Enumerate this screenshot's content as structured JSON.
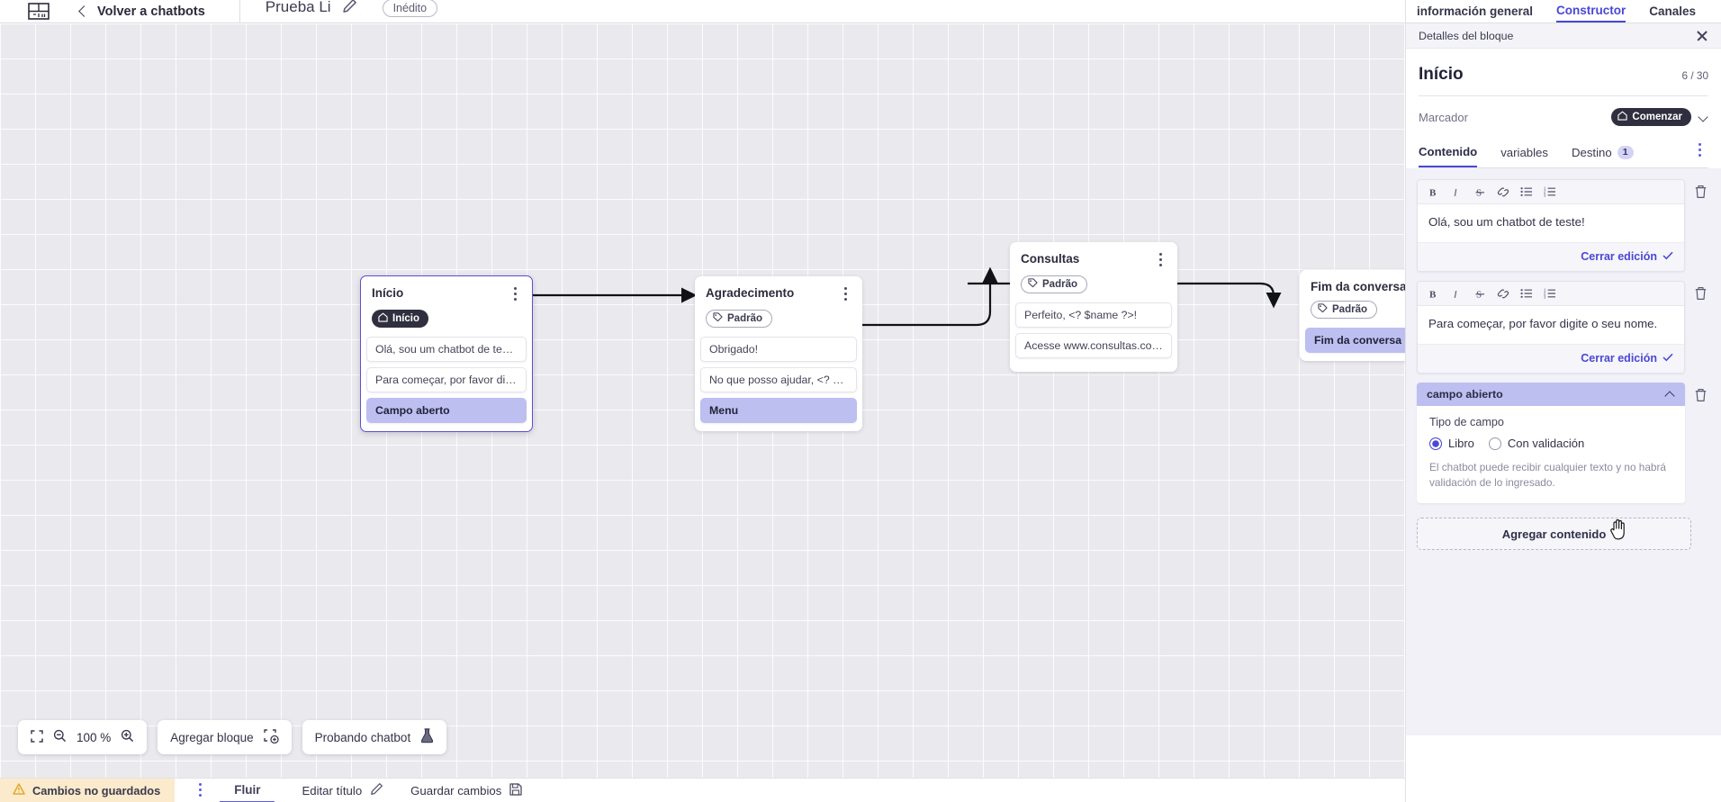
{
  "topbar": {
    "logo_icon": "platform-logo-icon",
    "back_icon": "chevron-left-icon",
    "back_label": "Volver a chatbots",
    "bot_title": "Prueba Li",
    "edit_title_icon": "pencil-icon",
    "status_badge": "Inédito"
  },
  "canvas": {
    "blocks": [
      {
        "title": "Início",
        "tag": "Início",
        "tag_type": "start",
        "tag_icon": "home-icon",
        "selected": true,
        "rows": [
          {
            "text": "Olá, sou um chatbot de teste!",
            "highlight": false
          },
          {
            "text": "Para começar, por favor digite o ...",
            "highlight": false
          },
          {
            "text": "Campo aberto",
            "highlight": true
          }
        ]
      },
      {
        "title": "Agradecimento",
        "tag": "Padrão",
        "tag_type": "default",
        "tag_icon": "tag-icon",
        "selected": false,
        "rows": [
          {
            "text": "Obrigado!",
            "highlight": false
          },
          {
            "text": "No que posso ajudar, <? $name ...",
            "highlight": false
          },
          {
            "text": "Menu",
            "highlight": true
          }
        ]
      },
      {
        "title": "Consultas",
        "tag": "Padrão",
        "tag_type": "default",
        "tag_icon": "tag-icon",
        "selected": false,
        "rows": [
          {
            "text": "Perfeito, <? $name ?>!",
            "highlight": false
          },
          {
            "text": "Acesse www.consultas.com par...",
            "highlight": false
          }
        ]
      },
      {
        "title": "Fim da conversa",
        "tag": "Padrão",
        "tag_type": "default",
        "tag_icon": "tag-icon",
        "selected": false,
        "rows": [
          {
            "text": "Fim da conversa",
            "highlight": true
          }
        ]
      }
    ],
    "tools": {
      "fit_icon": "fit-screen-icon",
      "zoom_out_icon": "zoom-out-icon",
      "zoom_level": "100 %",
      "zoom_in_icon": "zoom-in-icon",
      "add_block_label": "Agregar bloque",
      "add_block_icon": "add-block-icon",
      "test_chatbot_label": "Probando chatbot",
      "test_chatbot_icon": "flask-icon"
    }
  },
  "bottombar": {
    "unsaved_icon": "warning-icon",
    "unsaved_label": "Cambios no guardados",
    "kebab_icon": "more-vertical-icon",
    "flow_tab": "Fluir",
    "edit_title_label": "Editar título",
    "edit_title_icon": "pencil-icon",
    "save_label": "Guardar cambios",
    "save_icon": "floppy-disk-icon"
  },
  "rightpanel": {
    "tabs": [
      {
        "label": "información general",
        "active": false
      },
      {
        "label": "Constructor",
        "active": true
      },
      {
        "label": "Canales",
        "active": false
      }
    ],
    "subhead": "Detalles del bloque",
    "close_icon": "close-icon",
    "block_title": "Início",
    "block_count": "6 / 30",
    "marker_label": "Marcador",
    "marker_value": "Comenzar",
    "marker_icon": "home-icon",
    "marker_chevron_icon": "chevron-down-icon",
    "tabs2": [
      {
        "label": "Contenido",
        "active": true,
        "badge": null
      },
      {
        "label": "variables",
        "active": false,
        "badge": null
      },
      {
        "label": "Destino",
        "active": false,
        "badge": "1"
      }
    ],
    "tabs2_kebab_icon": "more-vertical-icon",
    "editors": [
      {
        "toolbar": [
          "bold-icon",
          "italic-icon",
          "strikethrough-icon",
          "link-icon",
          "bullet-list-icon",
          "numbered-list-icon"
        ],
        "text": "Olá, sou um chatbot de teste!",
        "close_edit_label": "Cerrar edición",
        "check_icon": "check-icon",
        "delete_icon": "trash-icon"
      },
      {
        "toolbar": [
          "bold-icon",
          "italic-icon",
          "strikethrough-icon",
          "link-icon",
          "bullet-list-icon",
          "numbered-list-icon"
        ],
        "text": "Para começar, por favor digite o seu nome.",
        "close_edit_label": "Cerrar edición",
        "check_icon": "check-icon",
        "delete_icon": "trash-icon"
      }
    ],
    "field_card": {
      "header": "campo abierto",
      "collapse_icon": "chevron-up-icon",
      "delete_icon": "trash-icon",
      "legend": "Tipo de campo",
      "options": [
        {
          "label": "Libro",
          "selected": true
        },
        {
          "label": "Con validación",
          "selected": false
        }
      ],
      "hint": "El chatbot puede recibir cualquier texto y no habrá validación de lo ingresado."
    },
    "add_content_label": "Agregar contenido"
  },
  "colors": {
    "accent": "#4a47d5",
    "highlight": "#bcbff0",
    "warning_bg": "#fbeacb",
    "canvas_bg": "#eaeaee",
    "panel_bg": "#f1f1f7",
    "dark_tag": "#2f2f3f"
  }
}
